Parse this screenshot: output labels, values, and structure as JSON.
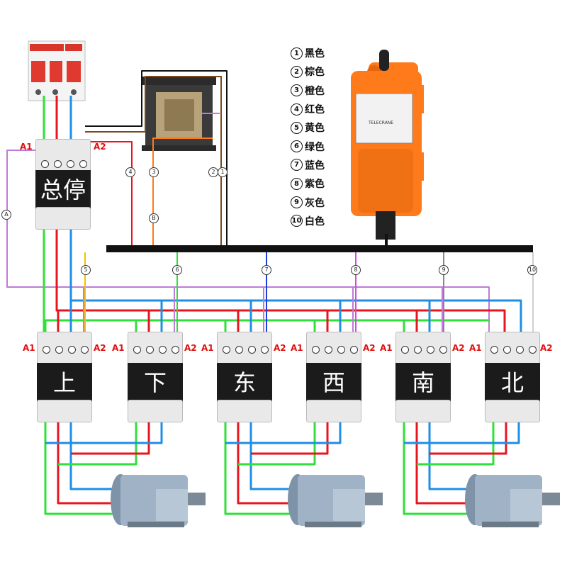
{
  "legend": [
    {
      "num": "1",
      "label": "黑色"
    },
    {
      "num": "2",
      "label": "棕色"
    },
    {
      "num": "3",
      "label": "橙色"
    },
    {
      "num": "4",
      "label": "红色"
    },
    {
      "num": "5",
      "label": "黄色"
    },
    {
      "num": "6",
      "label": "绿色"
    },
    {
      "num": "7",
      "label": "蓝色"
    },
    {
      "num": "8",
      "label": "紫色"
    },
    {
      "num": "9",
      "label": "灰色"
    },
    {
      "num": "10",
      "label": "白色"
    }
  ],
  "main_contactor": {
    "label": "总停",
    "a1": "A1",
    "a2": "A2"
  },
  "contactors": [
    {
      "label": "上",
      "a1": "A1",
      "a2": "A2"
    },
    {
      "label": "下",
      "a1": "A1",
      "a2": "A2"
    },
    {
      "label": "东",
      "a1": "A1",
      "a2": "A2"
    },
    {
      "label": "西",
      "a1": "A1",
      "a2": "A2"
    },
    {
      "label": "南",
      "a1": "A1",
      "a2": "A2"
    },
    {
      "label": "北",
      "a1": "A1",
      "a2": "A2"
    }
  ],
  "wire_markers": {
    "w4": "4",
    "w3": "3",
    "w2": "2",
    "w1": "1",
    "wA": "A",
    "wB": "B",
    "w5": "5",
    "w6": "6",
    "w7": "7",
    "w8": "8",
    "w9": "9",
    "w10": "10"
  },
  "remote_text": "TELECRANE",
  "colors": {
    "red": "#e8141e",
    "green": "#2fe03a",
    "blue": "#1e8ee6",
    "purple": "#c07ad8",
    "black": "#111111",
    "orange": "#ff7a1a",
    "yellow": "#f2c200",
    "gray": "#888888",
    "brown": "#7a4a1a"
  }
}
